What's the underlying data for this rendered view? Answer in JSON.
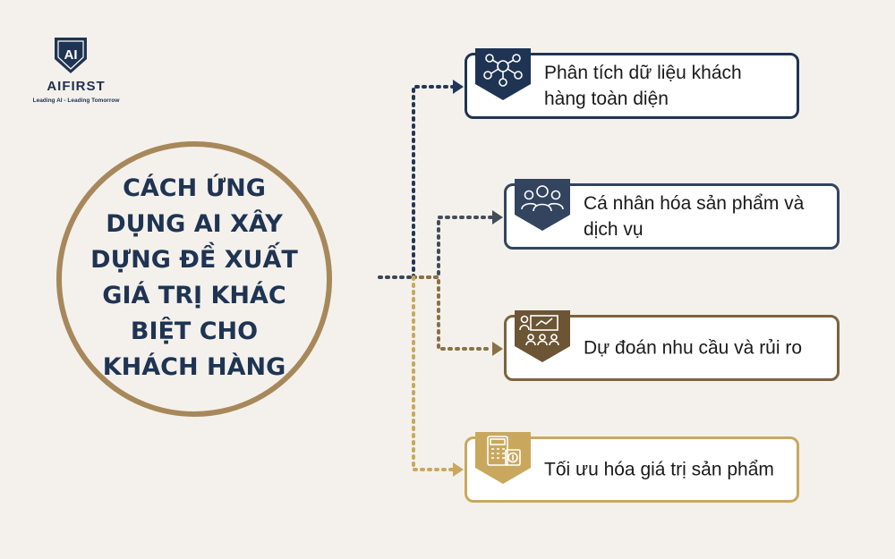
{
  "logo": {
    "mark_text": "AI",
    "name": "AIFIRST",
    "tagline": "Leading AI - Leading Tomorrow"
  },
  "center": {
    "title": "Cách ứng dụng AI xây dựng đề xuất giá trị khác biệt cho khách hàng"
  },
  "items": [
    {
      "label": "Phân tích dữ liệu khách hàng toàn diện",
      "icon": "customer-data-network-icon",
      "color": "#1f3453"
    },
    {
      "label": "Cá nhân hóa sản phẩm và dịch vụ",
      "icon": "people-group-icon",
      "color": "#33445e"
    },
    {
      "label": "Dự đoán nhu cầu và rủi ro",
      "icon": "presentation-audience-icon",
      "color": "#6b5534"
    },
    {
      "label": "Tối ưu hóa giá trị sản phẩm",
      "icon": "calculator-finance-icon",
      "color": "#c9a85e"
    }
  ],
  "colors": {
    "navy": "#1f3453",
    "gold": "#a7885a",
    "background": "#f4f1ec"
  }
}
